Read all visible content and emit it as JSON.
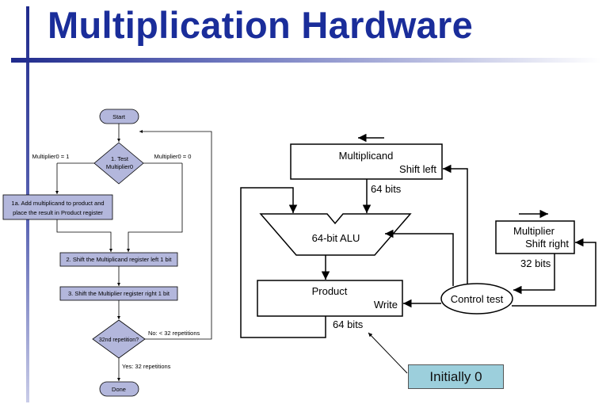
{
  "title": "Multiplication Hardware",
  "flowchart": {
    "start": "Start",
    "test_line1": "1.  Test",
    "test_line2": "Multiplier0",
    "branch_left": "Multiplier0 = 1",
    "branch_right": "Multiplier0 = 0",
    "step1a_line1": "1a.  Add multiplicand to product and",
    "step1a_line2": "place the result in Product register",
    "step2": "2.  Shift the Multiplicand register left 1 bit",
    "step3": "3.  Shift the Multiplier register right 1 bit",
    "repetition_question": "32nd repetition?",
    "no_label": "No: < 32 repetitions",
    "yes_label": "Yes: 32 repetitions",
    "done": "Done"
  },
  "hardware": {
    "multiplicand_label": "Multiplicand",
    "multiplicand_action": "Shift left",
    "multiplicand_bits": "64 bits",
    "alu_label": "64-bit ALU",
    "product_label": "Product",
    "product_action": "Write",
    "product_bits": "64 bits",
    "multiplier_label": "Multiplier",
    "multiplier_action": "Shift right",
    "multiplier_bits": "32 bits",
    "control_label": "Control test"
  },
  "callout": "Initially 0",
  "colors": {
    "title": "#1a2d9a",
    "flow_box_fill": "#b3b7dc",
    "callout_fill": "#9ccfdc"
  }
}
